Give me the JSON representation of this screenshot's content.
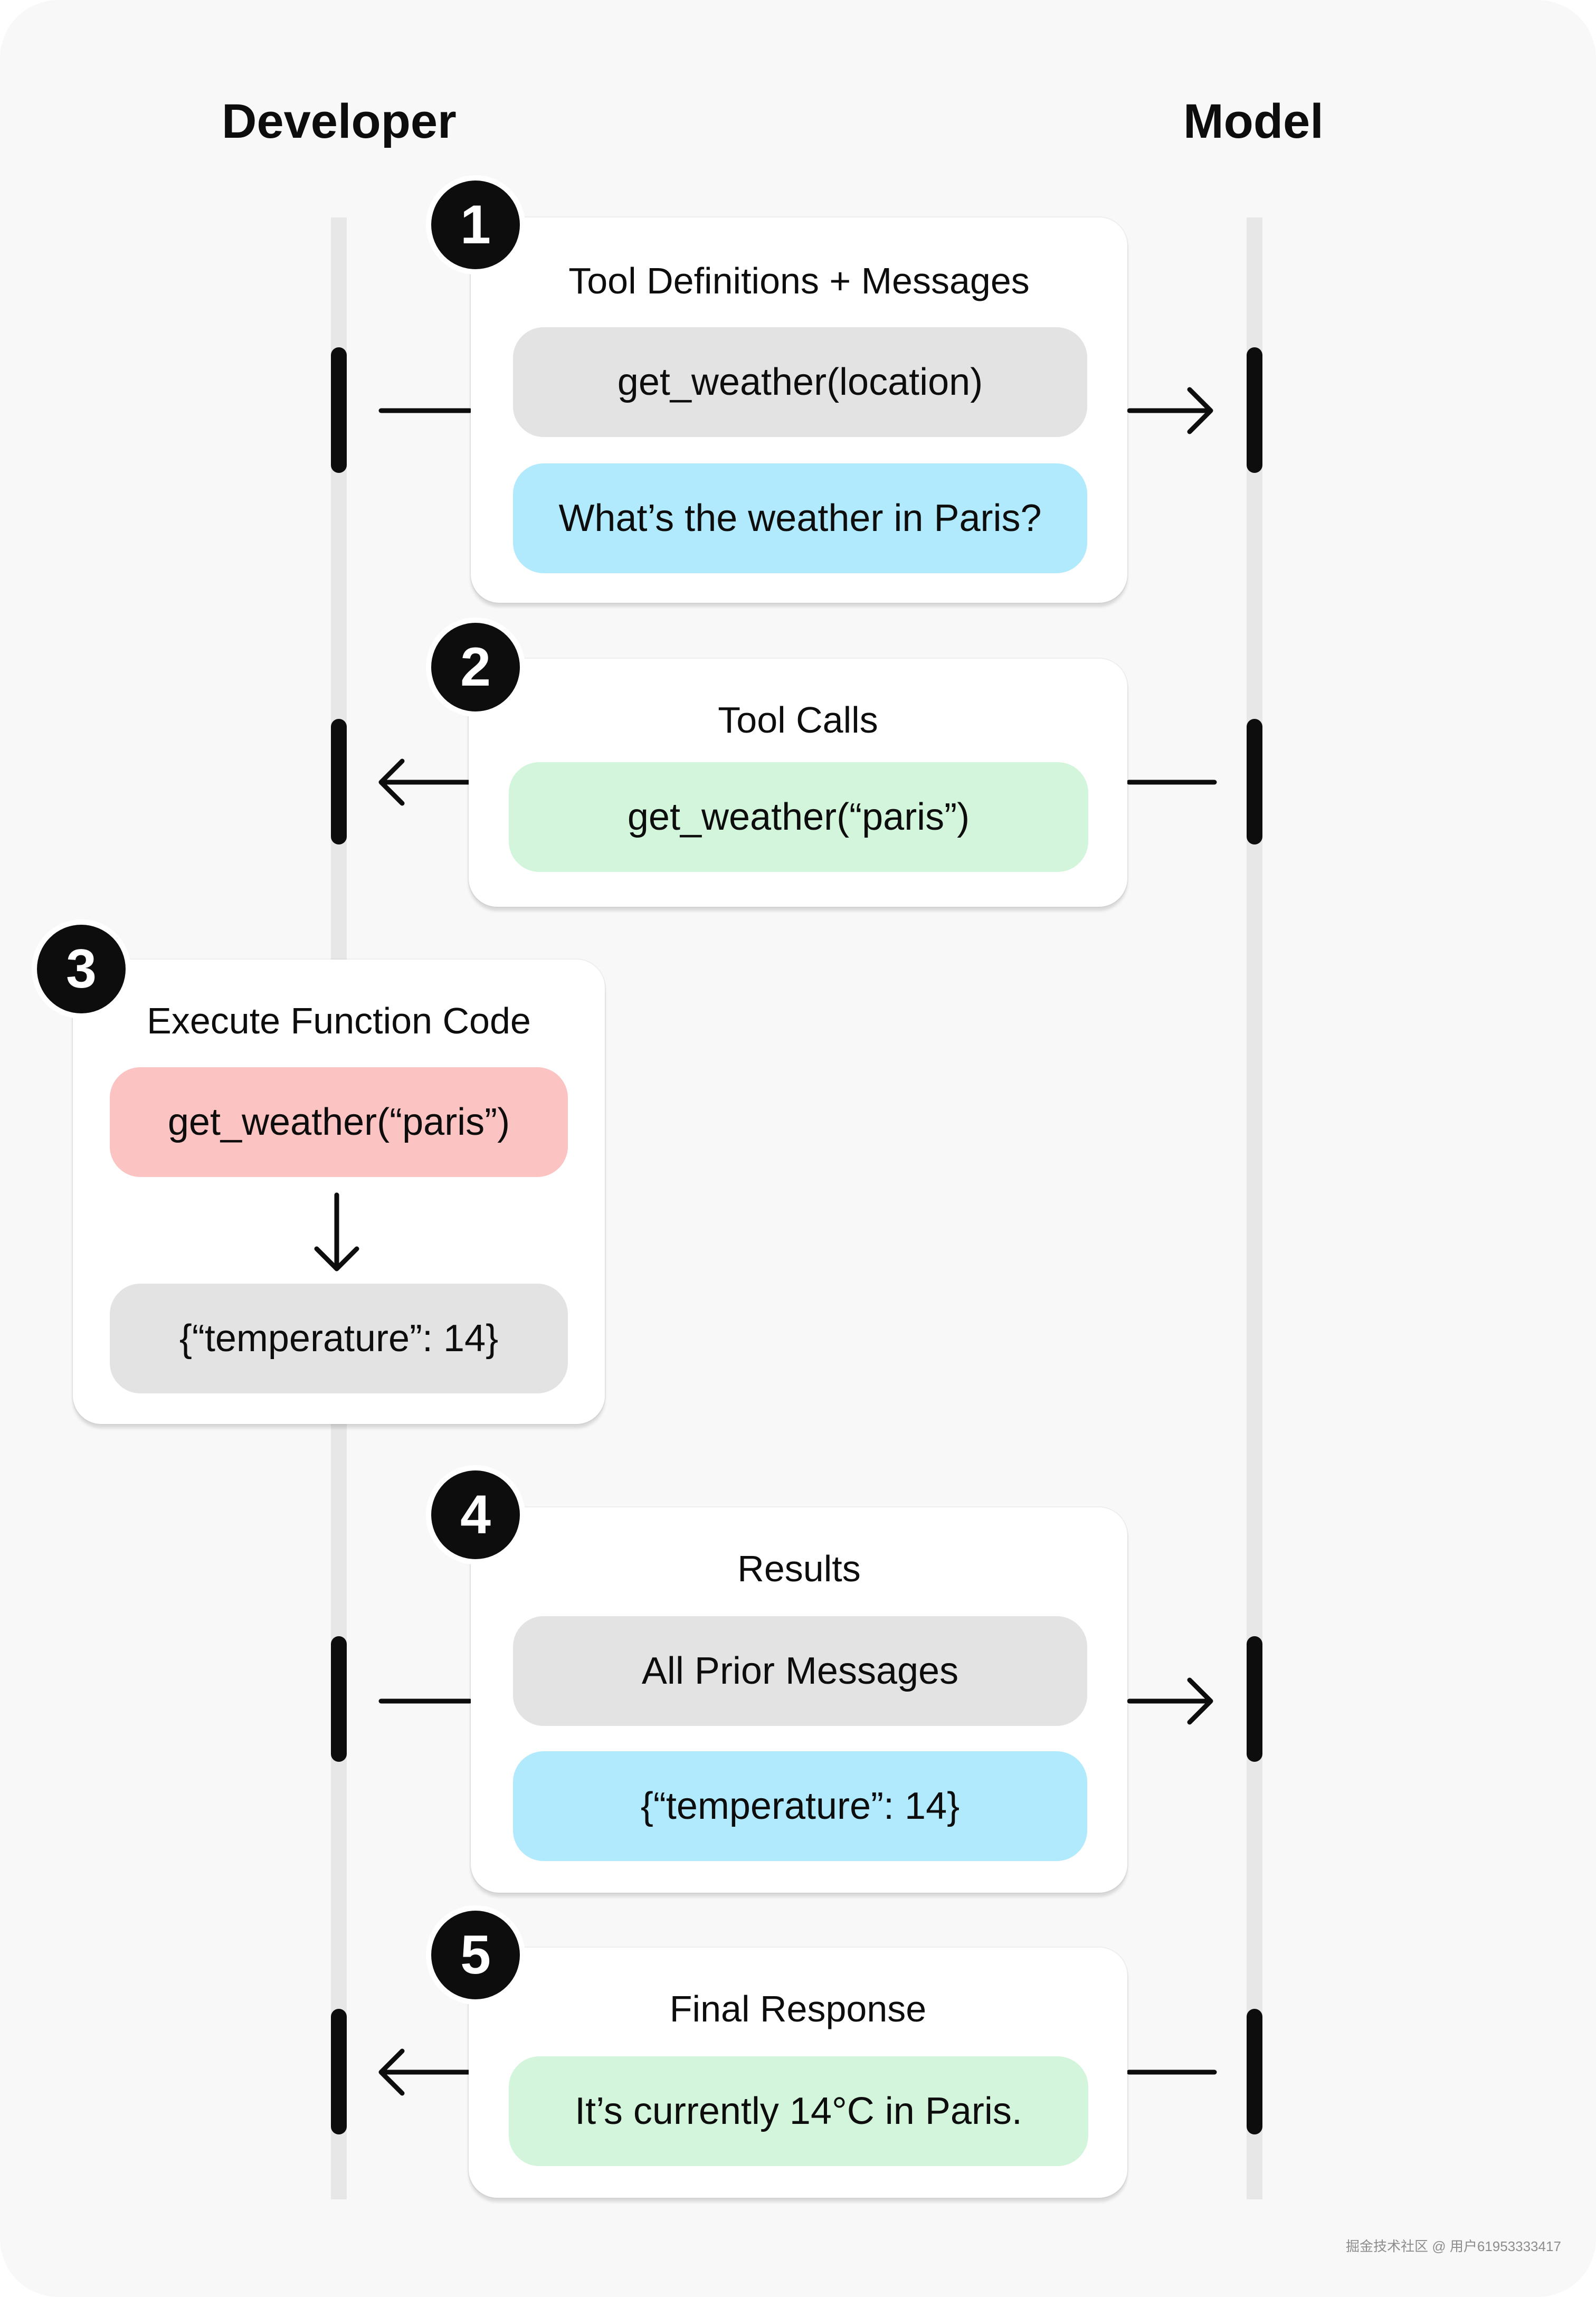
{
  "lanes": {
    "developer": "Developer",
    "model": "Model"
  },
  "steps": [
    {
      "number": "1",
      "title": "Tool Definitions + Messages",
      "items": [
        {
          "text": "get_weather(location)"
        },
        {
          "text": "What’s the weather in Paris?"
        }
      ]
    },
    {
      "number": "2",
      "title": "Tool Calls",
      "items": [
        {
          "text": "get_weather(“paris”)"
        }
      ]
    },
    {
      "number": "3",
      "title": "Execute Function Code",
      "items": [
        {
          "text": "get_weather(“paris”)"
        },
        {
          "text": "{“temperature”: 14}"
        }
      ]
    },
    {
      "number": "4",
      "title": "Results",
      "items": [
        {
          "text": "All Prior Messages"
        },
        {
          "text": "{“temperature”: 14}"
        }
      ]
    },
    {
      "number": "5",
      "title": "Final Response",
      "items": [
        {
          "text": "It’s currently 14°C in Paris."
        }
      ]
    }
  ],
  "colors": {
    "gray_pill": "#e3e3e3",
    "blue_pill": "#b0eafc",
    "green_pill": "#d3f5dc",
    "red_pill": "#fbc3c1",
    "ink": "#0d0d0d",
    "track": "#e7e7e7"
  },
  "watermark": "掘金技术社区 @ 用户61953333417"
}
